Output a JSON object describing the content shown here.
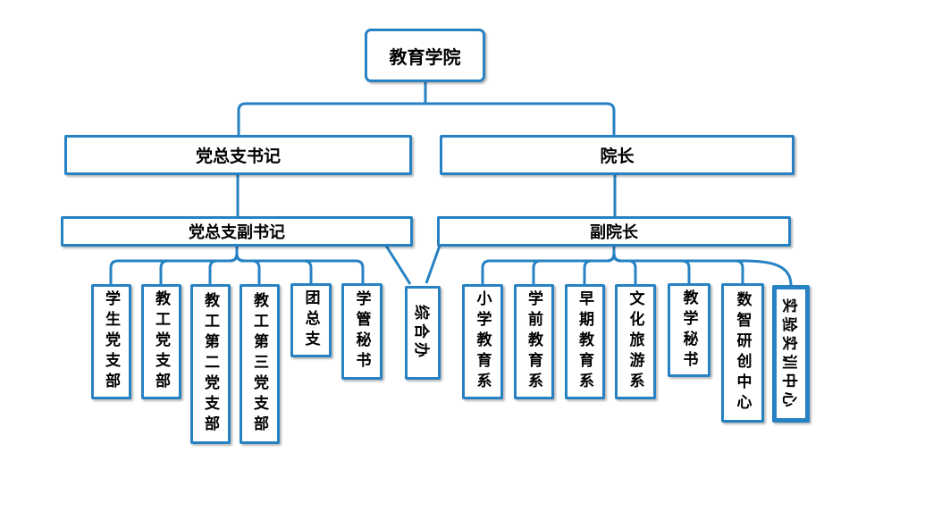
{
  "colors": {
    "line": "#2782c3",
    "text": "#000000",
    "background": "#ffffff"
  },
  "org": {
    "root": {
      "label": "教育学院"
    },
    "level2": [
      {
        "label": "党总支书记"
      },
      {
        "label": "院长"
      }
    ],
    "level3": [
      {
        "label": "党总支副书记",
        "parent": "党总支书记"
      },
      {
        "label": "副院长",
        "parent": "院长"
      }
    ],
    "leaves": [
      {
        "label": "学生党支部",
        "parent": "党总支副书记"
      },
      {
        "label": "教工党支部",
        "parent": "党总支副书记"
      },
      {
        "label": "教工第二党支部",
        "parent": "党总支副书记"
      },
      {
        "label": "教工第三党支部",
        "parent": "党总支副书记"
      },
      {
        "label": "团总支",
        "parent": "党总支副书记"
      },
      {
        "label": "学管秘书",
        "parent": "党总支副书记"
      },
      {
        "label": "综合办",
        "parent": "党总支副书记 / 副院长"
      },
      {
        "label": "小学教育系",
        "parent": "副院长"
      },
      {
        "label": "学前教育系",
        "parent": "副院长"
      },
      {
        "label": "早期教育系",
        "parent": "副院长"
      },
      {
        "label": "文化旅游系",
        "parent": "副院长"
      },
      {
        "label": "教学秘书",
        "parent": "副院长"
      },
      {
        "label": "数智研创中心",
        "parent": "副院长"
      },
      {
        "label": "实验实训中心",
        "parent": "副院长"
      }
    ]
  }
}
